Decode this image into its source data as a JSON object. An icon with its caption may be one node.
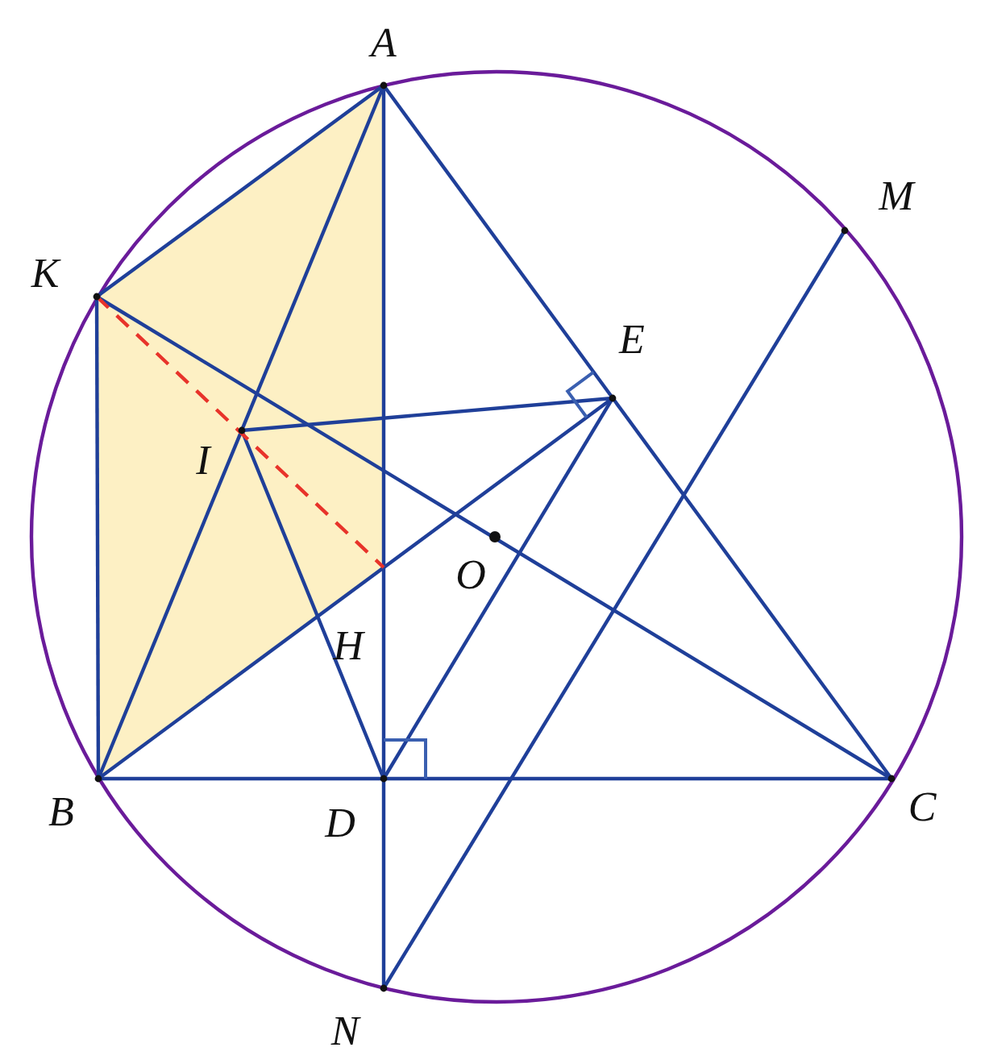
{
  "diagram": {
    "labels": [
      "A",
      "M",
      "K",
      "E",
      "I",
      "O",
      "H",
      "B",
      "D",
      "C",
      "N"
    ]
  }
}
